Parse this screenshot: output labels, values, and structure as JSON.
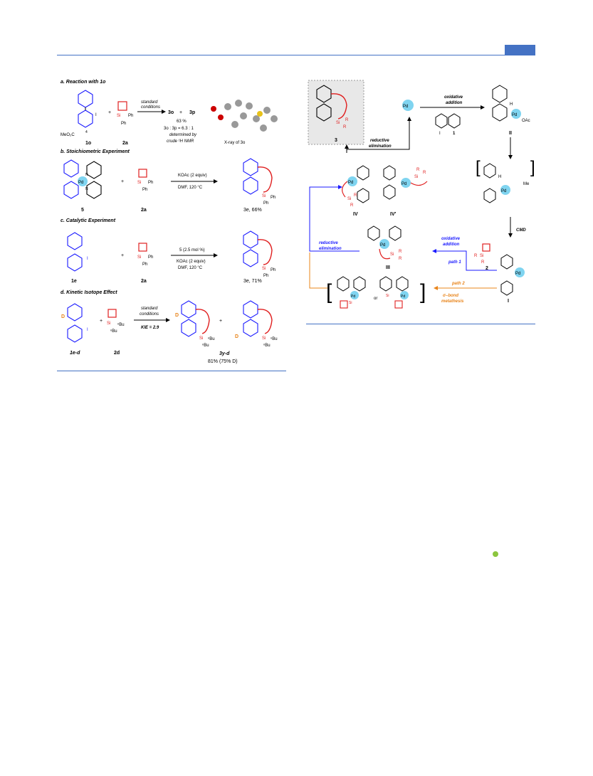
{
  "scheme_left": {
    "a": {
      "title": "a. Reaction with 1o",
      "conditions_top": "standard",
      "conditions_bottom": "conditions",
      "reactant1_label": "1o",
      "reactant2_label": "2a",
      "substituent": "MeO₂C",
      "position": "4",
      "iodo": "I",
      "si": "Si",
      "ph1": "Ph",
      "ph2": "Ph",
      "prod_3o": "3o",
      "plus": "+",
      "prod_3p": "3p",
      "yield": "63 %",
      "ratio": "3o : 3p = 6.3 : 1",
      "note1": "determined by",
      "note2": "crude ¹H NMR",
      "xray": "X-ray of 3o"
    },
    "b": {
      "title": "b. Stoichiometric Experiment",
      "pd": "Pd",
      "n": "N",
      "reactant1_label": "5",
      "reactant2_label": "2a",
      "cond1": "KOAc (2 equiv)",
      "cond2": "DMF, 120 °C",
      "product": "3e, 66%"
    },
    "c": {
      "title": "c. Catalytic Experiment",
      "reactant1_label": "1e",
      "reactant2_label": "2a",
      "cond1": "5 (2.5 mol %)",
      "cond2": "KOAc (2 equiv)",
      "cond3": "DMF, 120 °C",
      "product": "3e, 71%"
    },
    "d": {
      "title": "d. Kinetic Isotope Effect",
      "reactant1_label": "1e-d",
      "reactant2_label": "2d",
      "cond1": "standard",
      "cond2": "conditions",
      "kie": "KIE = 2.9",
      "d": "D",
      "nbu": "ⁿBu",
      "product": "3y-d",
      "yield": "81% (75% D)"
    }
  },
  "scheme_right": {
    "compound3": "3",
    "pd_II": "Pd",
    "ox_add1": "oxidative",
    "ox_add2": "addition",
    "sub1": "1",
    "int_II": "II",
    "oac": "OAc",
    "h": "H",
    "red_elim_top1": "reductive",
    "red_elim_top2": "elimination",
    "int_IV": "IV",
    "int_IVp": "IV'",
    "me": "Me",
    "cmd": "CMD",
    "int_III": "III",
    "red_elim_left1": "reductive",
    "red_elim_left2": "elimination",
    "ox_add_blue1": "oxidative",
    "ox_add_blue2": "addition",
    "path1": "path 1",
    "sub2": "2",
    "int_I": "I",
    "path2": "path 2",
    "sigma1": "σ–bond",
    "sigma2": "metathesis",
    "or": "or",
    "si": "Si",
    "r": "R"
  },
  "colors": {
    "accent_blue": "#4472c4",
    "red": "#e02020",
    "orange": "#e8841a",
    "pd_cyan": "#7fd4f0",
    "nav_blue": "#1a1aff"
  }
}
